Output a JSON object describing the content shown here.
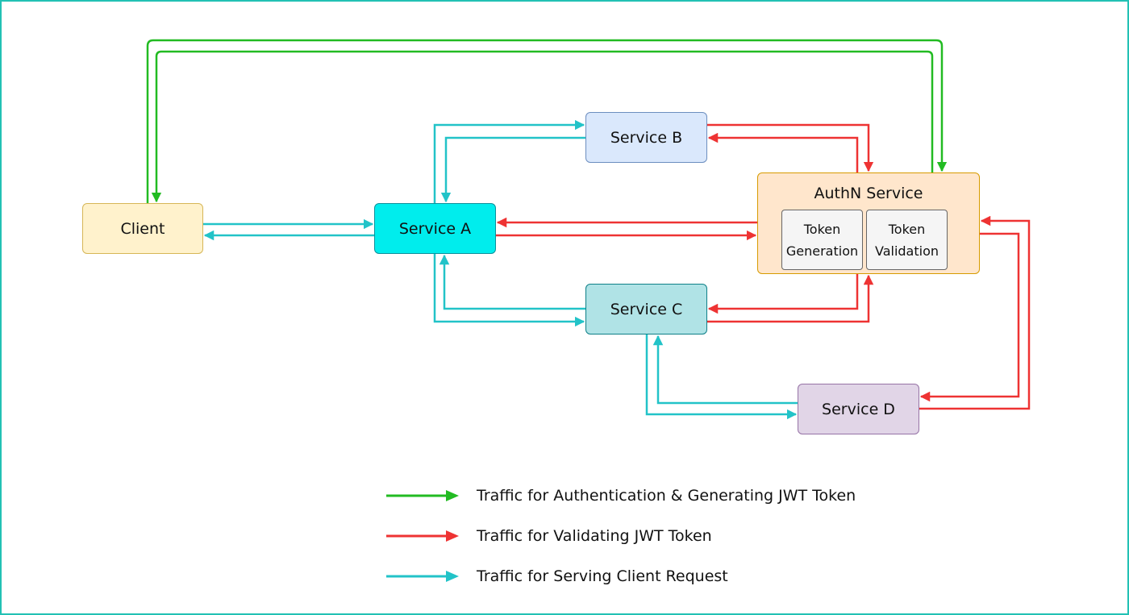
{
  "diagram": {
    "nodes": {
      "client": "Client",
      "service_a": "Service A",
      "service_b": "Service B",
      "service_c": "Service C",
      "service_d": "Service D",
      "authn": {
        "title": "AuthN Service",
        "token_generation": [
          "Token",
          "Generation"
        ],
        "token_validation": [
          "Token",
          "Validation"
        ]
      }
    },
    "colors": {
      "green": "#22bb22",
      "red": "#ee3333",
      "teal": "#22c3c8",
      "border": "#22c1b4"
    },
    "legend": [
      {
        "color": "green",
        "label": "Traffic for Authentication & Generating JWT Token"
      },
      {
        "color": "red",
        "label": "Traffic for Validating JWT Token"
      },
      {
        "color": "teal",
        "label": "Traffic for Serving Client Request"
      }
    ]
  }
}
